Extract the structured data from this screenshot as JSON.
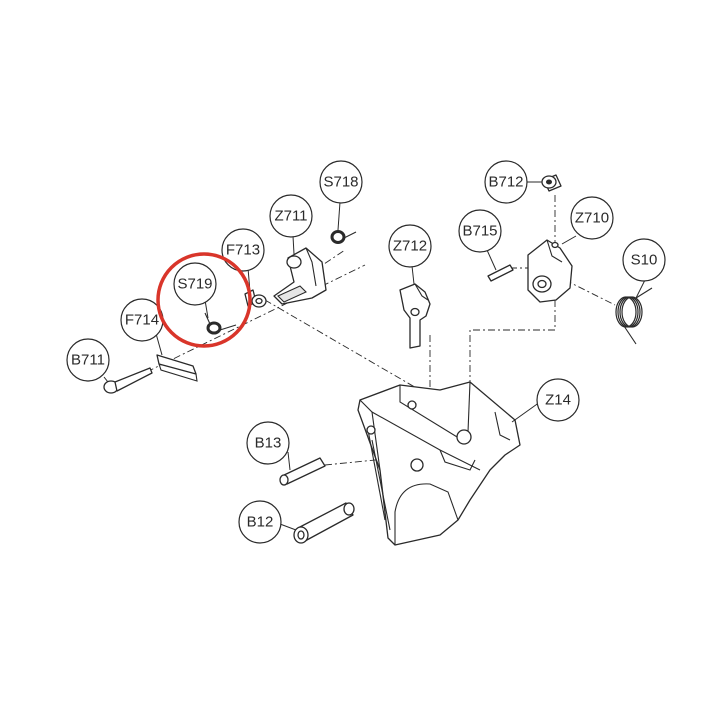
{
  "callouts": [
    {
      "id": "b711",
      "label": "B711"
    },
    {
      "id": "f714",
      "label": "F714"
    },
    {
      "id": "s719",
      "label": "S719"
    },
    {
      "id": "f713",
      "label": "F713"
    },
    {
      "id": "z711",
      "label": "Z711"
    },
    {
      "id": "s718",
      "label": "S718"
    },
    {
      "id": "z712",
      "label": "Z712"
    },
    {
      "id": "b712",
      "label": "B712"
    },
    {
      "id": "b715",
      "label": "B715"
    },
    {
      "id": "z710",
      "label": "Z710"
    },
    {
      "id": "s10",
      "label": "S10"
    },
    {
      "id": "z14",
      "label": "Z14"
    },
    {
      "id": "b13",
      "label": "B13"
    },
    {
      "id": "b12",
      "label": "B12"
    }
  ],
  "highlight": {
    "target": "S719",
    "color": "#d9352a"
  },
  "colors": {
    "line": "#2a2a2a",
    "background": "#ffffff"
  }
}
